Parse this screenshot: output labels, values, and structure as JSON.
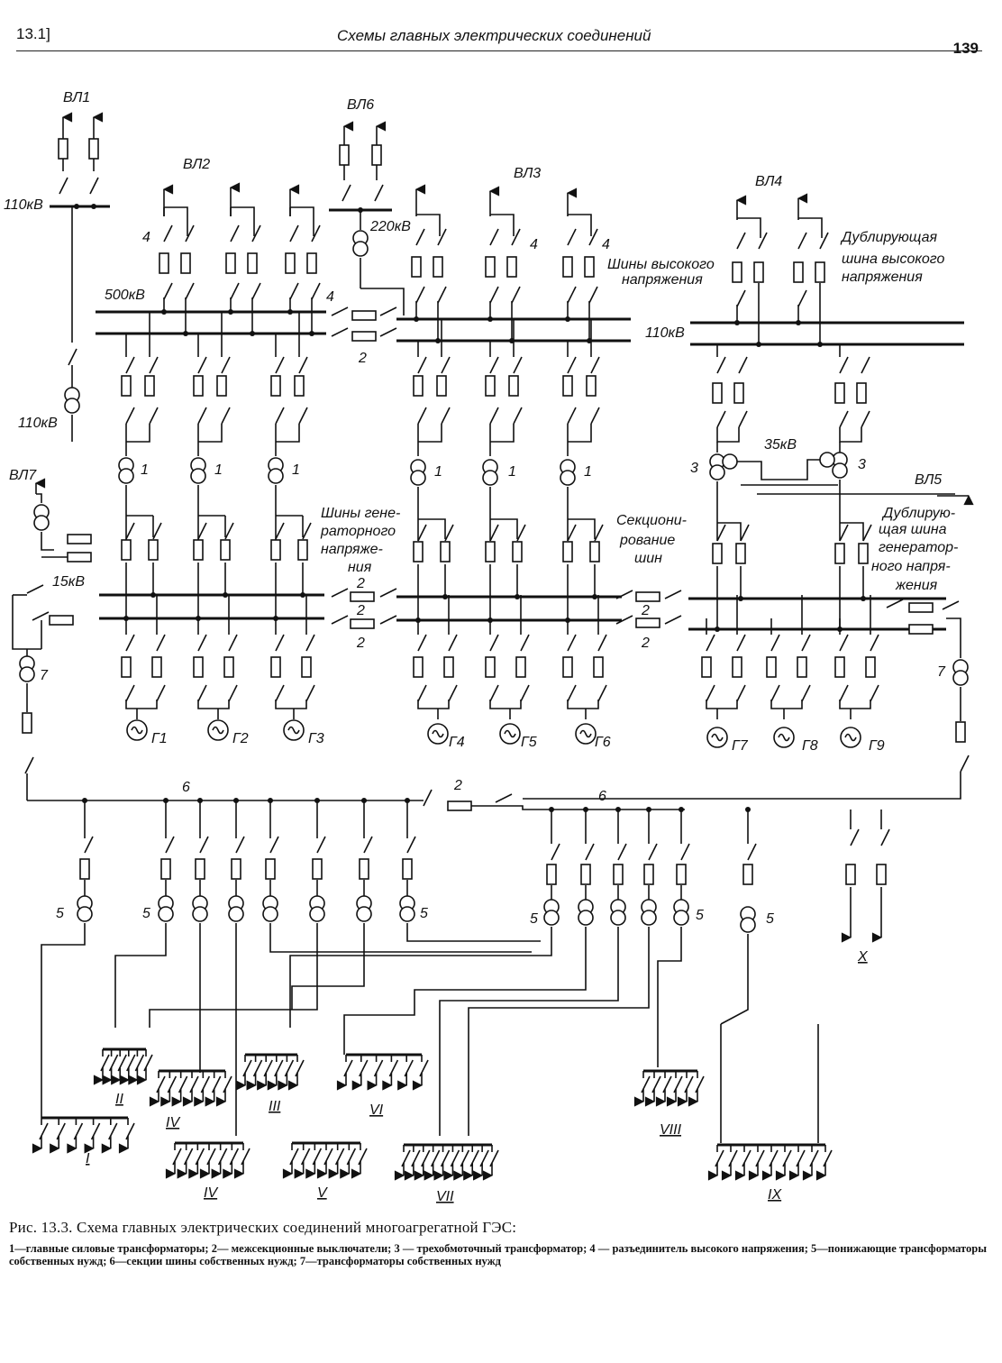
{
  "header": {
    "section": "13.1]",
    "title": "Схемы главных электрических соединений",
    "page_number": "139"
  },
  "labels": {
    "vl1": "ВЛ1",
    "vl2": "ВЛ2",
    "vl3": "ВЛ3",
    "vl4": "ВЛ4",
    "vl5": "ВЛ5",
    "vl6": "ВЛ6",
    "vl7": "ВЛ7",
    "kv110_top": "110кВ",
    "kv220": "220кВ",
    "kv500": "500кВ",
    "kv110_left": "110кВ",
    "kv110_right": "110кВ",
    "kv35": "35кВ",
    "kv15": "15кВ",
    "hv_buses": [
      "Шины высокого",
      "напряжения"
    ],
    "dup_hv_bus": [
      "Дублирующая",
      "шина высокого",
      "напряжения"
    ],
    "gen_buses": [
      "Шины гене-",
      "раторного",
      "напряже-",
      "ния"
    ],
    "sectioning": [
      "Секциони-",
      "рование",
      "шин"
    ],
    "dup_gen_bus": [
      "Дублирую-",
      "щая шина",
      "генератор-",
      "ного напря-",
      "жения"
    ],
    "n1": "1",
    "n2": "2",
    "n3": "3",
    "n4": "4",
    "n5": "5",
    "n6": "6",
    "n7": "7",
    "generators": [
      "Г1",
      "Г2",
      "Г3",
      "Г4",
      "Г5",
      "Г6",
      "Г7",
      "Г8",
      "Г9"
    ],
    "loads": [
      "I",
      "II",
      "III",
      "IV",
      "IV",
      "V",
      "VI",
      "VII",
      "VIII",
      "IX",
      "X"
    ]
  },
  "caption": {
    "title": "Рис. 13.3. Схема главных электрических соединений многоагрегатной ГЭС:",
    "legend": "1—главные силовые трансформаторы; 2— межсекционные выключатели; 3 — трехобмоточный трансформатор; 4 — разъединитель высокого напряжения; 5—понижающие трансформаторы собственных нужд; 6—секции шины собственных нужд; 7—трансформаторы собственных нужд"
  }
}
